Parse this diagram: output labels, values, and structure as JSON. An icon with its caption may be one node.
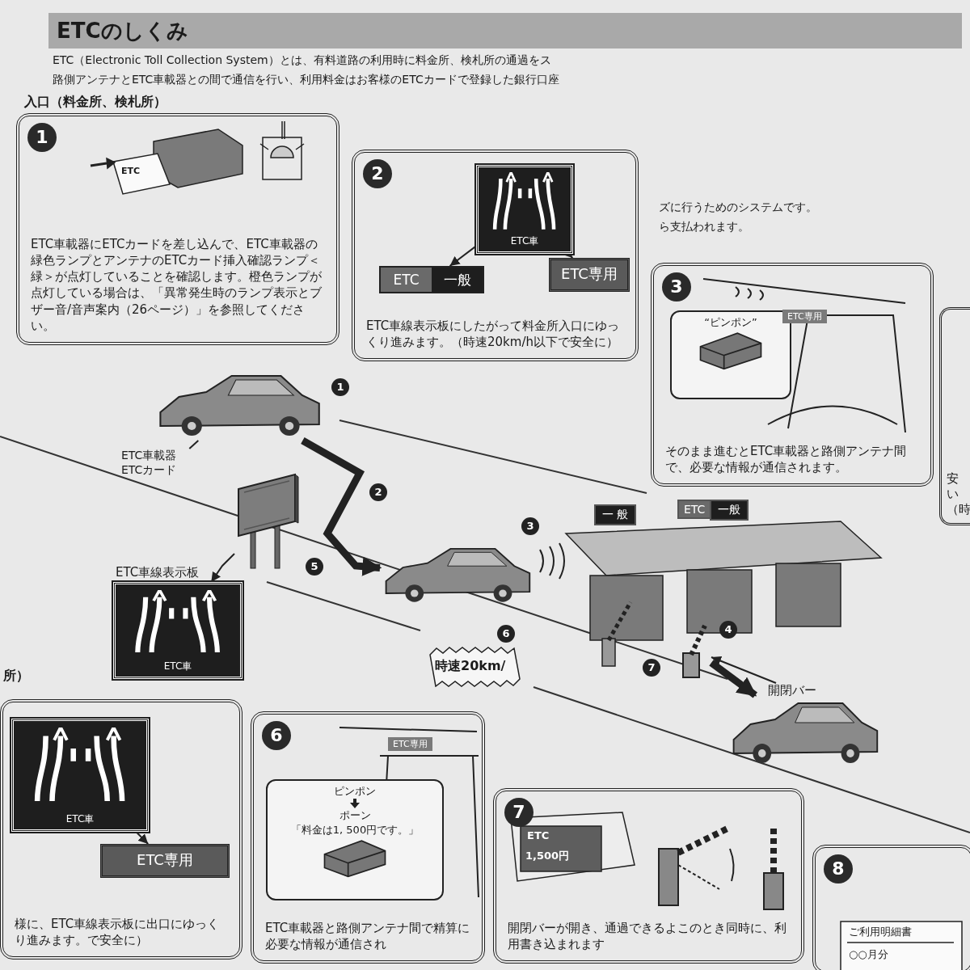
{
  "diagram": {
    "title": "ETCのしくみ",
    "nodes": [
      {
        "text": [
          "1",
          "ETC車載器にETCカードを差し込んで、ETC車載器の緑色ランプとアンテナのETCカード挿入確認ランプ＜緑＞が点灯していることを確認します。橙色ランプが点灯している場合は、「異常発生時のランプ表示とブザー音/音声案内（26ページ）」を参照してください。"
        ]
      },
      {
        "text": [
          "2",
          "ETC車線表示板にしたがって料金所入口にゆっくり進みます。（時速20km/h以下で安全に）"
        ]
      },
      {
        "text": [
          "ETC車"
        ],
        "in": 1
      },
      {
        "text": [
          "ETC",
          "一般"
        ],
        "in": 1
      },
      {
        "text": [
          "ETC専用"
        ],
        "in": 1
      },
      {
        "text": [
          "3",
          "そのまま進むとETC車載器と路側アンテナ間で、必要な情報が通信されます。"
        ]
      },
      {
        "text": [
          "“ピンポン”"
        ],
        "in": 5
      },
      {
        "text": [
          "安",
          "い",
          "（時"
        ]
      },
      {
        "text": [],
        "shape": "picture"
      },
      {
        "text": [
          "ETC車載器",
          "ETCカード"
        ]
      },
      {
        "text": [],
        "shape": "picture"
      },
      {
        "text": [
          "ETC車"
        ],
        "beside": [
          "ETC車線表示板"
        ]
      },
      {
        "text": [],
        "shape": "picture"
      },
      {
        "text": [],
        "shape": "picture"
      },
      {
        "text": [
          "開閉バー"
        ]
      },
      {
        "text": [],
        "shape": "picture"
      },
      {
        "text": [
          "時速20km/"
        ]
      },
      {
        "text": [
          "様に、ETC車線表示板に出口にゆっくり進みます。で安全に）"
        ]
      },
      {
        "text": [
          "ETC車"
        ],
        "in": 17
      },
      {
        "text": [
          "ETC専用"
        ],
        "in": 17
      },
      {
        "text": [
          "6",
          "ETC車載器と路側アンテナ間で精算に必要な情報が通信され"
        ]
      },
      {
        "text": [
          "ピンポン",
          "ポーン",
          "「料金は1, 500円です。」"
        ],
        "in": 20
      },
      {
        "text": [
          "7",
          "開閉バーが開き、通過できるよこのとき同時に、利用書き込まれます"
        ]
      },
      {
        "text": [
          "8"
        ]
      }
    ],
    "edges": [
      {
        "from": 9,
        "to": 8,
        "arrow": "none"
      },
      {
        "from": 10,
        "to": 11,
        "arrow": "to"
      },
      {
        "from": 8,
        "to": 12,
        "arrow": "to",
        "style": "thick"
      },
      {
        "from": 2,
        "to": 3,
        "arrow": "to"
      },
      {
        "from": 2,
        "to": 4,
        "arrow": "to"
      },
      {
        "from": 14,
        "to": 13,
        "arrow": "to"
      },
      {
        "from": 13,
        "to": 15,
        "arrow": "to",
        "style": "thick"
      },
      {
        "from": 18,
        "to": 19,
        "arrow": "to"
      }
    ],
    "labels": [
      "ETC（Electronic Toll Collection System）とは、有料道路の利用時に料金所、検札所の通過をス",
      "路側アンテナとETC車載器との間で通信を行い、利用料金はお客様のETCカードで登録した銀行口座",
      "ズに行うためのシステムです。",
      "ら支払われます。",
      "入口（料金所、検札所）",
      "ETC",
      "ETC専用",
      "1",
      "2",
      "3",
      "5",
      "6",
      "一 般",
      "ETC",
      "一般",
      "4",
      "7",
      "所）",
      "ETC専用",
      "ETC",
      "1,500円",
      "ご利用明細書",
      "○○月分"
    ]
  }
}
